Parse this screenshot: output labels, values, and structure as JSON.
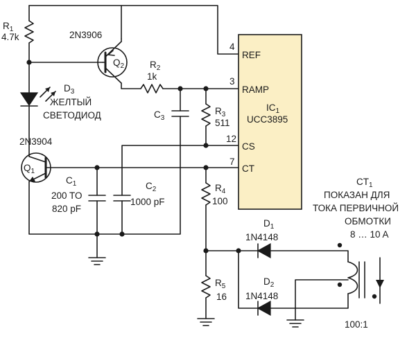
{
  "colors": {
    "ic_fill": "#fbefc5",
    "wire": "#1a1a1a",
    "background": "#ffffff"
  },
  "r1": {
    "ref": "R",
    "sub": "1",
    "value": "4.7k"
  },
  "q2": {
    "part": "2N3906",
    "ref": "Q",
    "sub": "2"
  },
  "r2": {
    "ref": "R",
    "sub": "2",
    "value": "1k"
  },
  "d3": {
    "ref": "D",
    "sub": "3",
    "desc_line1": "ЖЕЛТЫЙ",
    "desc_line2": "СВЕТОДИОД"
  },
  "c3": {
    "ref": "C",
    "sub": "3"
  },
  "r3": {
    "ref": "R",
    "sub": "3",
    "value": "511"
  },
  "ic1": {
    "ref": "IC",
    "sub": "1",
    "part": "UCC3895",
    "pins": [
      {
        "num": "4",
        "name": "REF"
      },
      {
        "num": "3",
        "name": "RAMP"
      },
      {
        "num": "12",
        "name": "CS"
      },
      {
        "num": "7",
        "name": "CT"
      }
    ]
  },
  "q1": {
    "part": "2N3904",
    "ref": "Q",
    "sub": "1"
  },
  "c1": {
    "ref": "C",
    "sub": "1",
    "value_line1": "200 TO",
    "value_line2": "820 pF"
  },
  "c2": {
    "ref": "C",
    "sub": "2",
    "value": "1000 pF"
  },
  "r4": {
    "ref": "R",
    "sub": "4",
    "value": "100"
  },
  "r5": {
    "ref": "R",
    "sub": "5",
    "value": "16"
  },
  "d1": {
    "ref": "D",
    "sub": "1",
    "part": "1N4148"
  },
  "d2": {
    "ref": "D",
    "sub": "2",
    "part": "1N4148"
  },
  "ct1": {
    "ref": "CT",
    "sub": "1",
    "note_line1": "ПОКАЗАН ДЛЯ",
    "note_line2": "ТОКА ПЕРВИЧНОЙ",
    "note_line3": "ОБМОТКИ",
    "current": "8 … 10 A",
    "ratio": "100:1"
  }
}
